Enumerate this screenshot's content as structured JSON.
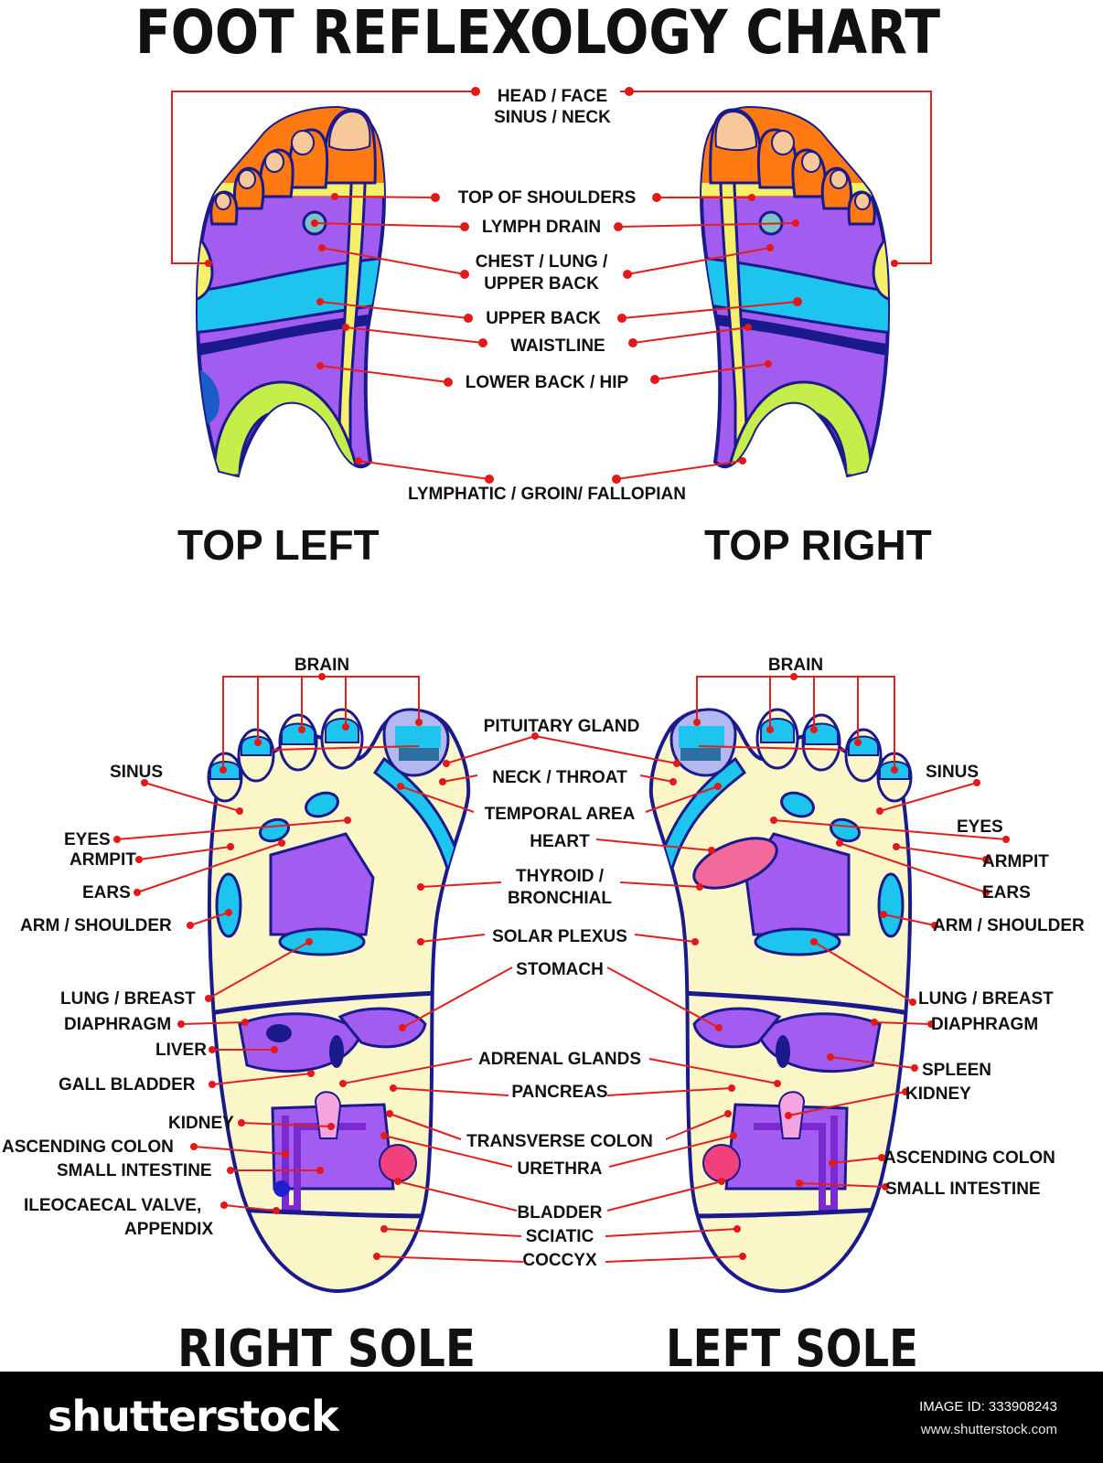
{
  "title": "FOOT REFLEXOLOGY CHART",
  "top_labels": {
    "head": [
      "HEAD / FACE",
      "SINUS / NECK"
    ],
    "shoulders": "TOP OF SHOULDERS",
    "lymph": "LYMPH DRAIN",
    "chest": [
      "CHEST / LUNG /",
      "UPPER BACK"
    ],
    "upper_back": "UPPER BACK",
    "waistline": "WAISTLINE",
    "lower_back": "LOWER BACK / HIP",
    "lymphatic": "LYMPHATIC / GROIN/ FALLOPIAN"
  },
  "captions": {
    "top_left": "TOP LEFT",
    "top_right": "TOP RIGHT",
    "right_sole": "RIGHT SOLE",
    "left_sole": "LEFT SOLE"
  },
  "sole_center": {
    "brain_l": "BRAIN",
    "brain_r": "BRAIN",
    "pituitary": "PITUITARY GLAND",
    "neck": "NECK  / THROAT",
    "temporal": "TEMPORAL AREA",
    "heart": "HEART",
    "thyroid": [
      "THYROID /",
      "BRONCHIAL"
    ],
    "solar": "SOLAR PLEXUS",
    "stomach": "STOMACH",
    "adrenal": "ADRENAL GLANDS",
    "pancreas": "PANCREAS",
    "transverse": "TRANSVERSE COLON",
    "urethra": "URETHRA",
    "bladder": "BLADDER",
    "sciatic": "SCIATIC",
    "coccyx": "COCCYX"
  },
  "sole_left_side": {
    "sinus": "SINUS",
    "eyes": "EYES",
    "armpit": "ARMPIT",
    "ears": "EARS",
    "arm": "ARM / SHOULDER",
    "lung": "LUNG / BREAST",
    "diaphragm": "DIAPHRAGM",
    "liver": "LIVER",
    "gall": "GALL BLADDER",
    "kidney": "KIDNEY",
    "ascending": "ASCENDING COLON",
    "small": "SMALL INTESTINE",
    "ileo": [
      "ILEOCAECAL VALVE,",
      "APPENDIX"
    ]
  },
  "sole_right_side": {
    "sinus": "SINUS",
    "eyes": "EYES",
    "armpit": "ARMPIT",
    "ears": "EARS",
    "arm": "ARM / SHOULDER",
    "lung": "LUNG / BREAST",
    "diaphragm": "DIAPHRAGM",
    "spleen": "SPLEEN",
    "kidney": "KIDNEY",
    "ascending": "ASCENDING COLON",
    "small": "SMALL INTESTINE"
  },
  "footer": {
    "brand": "shutterstock",
    "image_id": "IMAGE ID: 333908243",
    "site": "www.shutterstock.com"
  },
  "colors": {
    "leader_line": "#e02020",
    "outline": "#1a1a8c",
    "purple": "#a35cf0",
    "cyan": "#1cc4ee",
    "yellow": "#f4f06a",
    "lime": "#c6ee4a",
    "orange": "#ff7a12",
    "cream": "#fbf6c8",
    "pink": "#f26a9c"
  }
}
